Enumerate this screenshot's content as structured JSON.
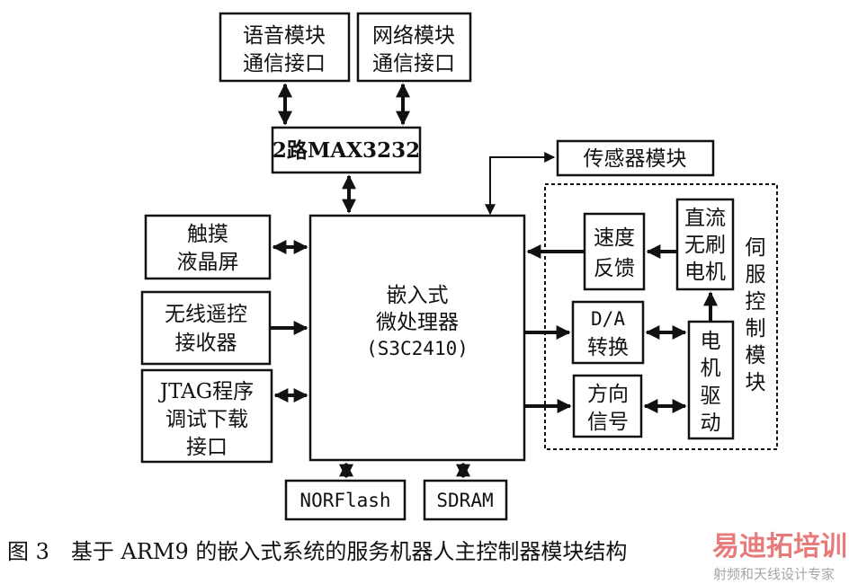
{
  "blocks": {
    "voice": [
      "语音模块",
      "通信接口"
    ],
    "network": [
      "网络模块",
      "通信接口"
    ],
    "max3232": "2路MAX3232",
    "sensor": "传感器模块",
    "touch": [
      "触摸",
      "液晶屏"
    ],
    "wireless": [
      "无线遥控",
      "接收器"
    ],
    "jtag": [
      "JTAG程序",
      "调试下载",
      "接口"
    ],
    "cpu": [
      "嵌入式",
      "微处理器",
      "(S3C2410)"
    ],
    "norflash": "NORFlash",
    "sdram": "SDRAM",
    "speed": [
      "速度",
      "反馈"
    ],
    "motor": [
      "直流",
      "无刷",
      "电机"
    ],
    "da": [
      "D/A",
      "转换"
    ],
    "direction": [
      "方向",
      "信号"
    ],
    "driver": [
      "电",
      "机",
      "驱",
      "动"
    ],
    "servo": [
      "伺",
      "服",
      "控",
      "制",
      "模",
      "块"
    ]
  },
  "caption": "图 3　基于 ARM9 的嵌入式系统的服务机器人主控制器模块结构",
  "watermark": {
    "main": "易迪拓培训",
    "sub": "射频和天线设计专家",
    "colors": [
      "#e05050",
      "#5b7fb8"
    ]
  }
}
